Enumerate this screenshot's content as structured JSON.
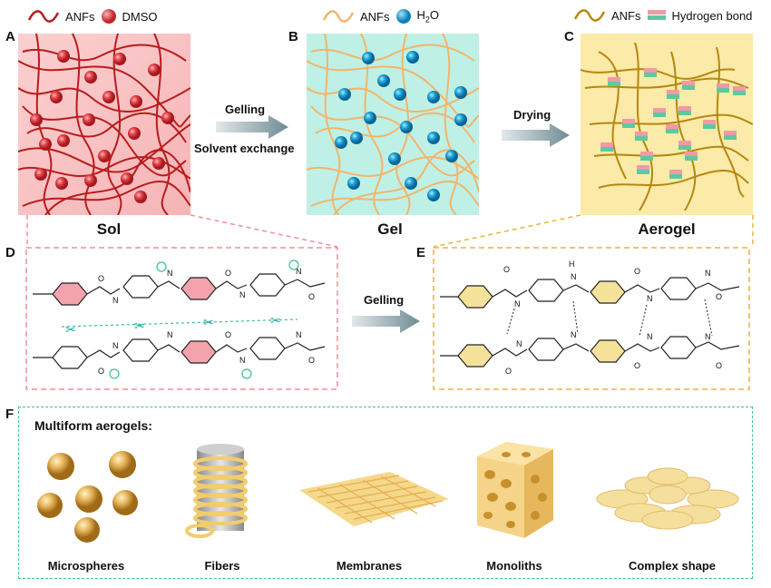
{
  "legend": {
    "a_fiber": "ANFs",
    "a_particle": "DMSO",
    "b_fiber": "ANFs",
    "b_particle_main": "H",
    "b_particle_sub": "2",
    "b_particle_end": "O",
    "c_fiber": "ANFs",
    "c_bond": "Hydrogen bond"
  },
  "panels": {
    "a": "A",
    "b": "B",
    "c": "C",
    "d": "D",
    "e": "E",
    "f": "F"
  },
  "titles": {
    "sol": "Sol",
    "gel": "Gel",
    "aerogel": "Aerogel"
  },
  "arrows": {
    "ab_top": "Gelling",
    "ab_bottom": "Solvent exchange",
    "bc": "Drying",
    "de": "Gelling"
  },
  "bottom": {
    "heading": "Multiform aerogels:",
    "items": [
      "Microspheres",
      "Fibers",
      "Membranes",
      "Monoliths",
      "Complex shape"
    ]
  },
  "colors": {
    "sol_bg": "#f9c6c6",
    "gel_bg": "#bff0e6",
    "aerogel_bg": "#fbeaa8",
    "red_fiber": "#b81c1c",
    "orange_fiber": "#f2b56b",
    "gold_fiber": "#b5870f",
    "pink_ring": "#f4a3ad",
    "yellow_ring": "#f5e29a",
    "dashed_green": "#3cc08e",
    "dashed_pink": "#f08f97",
    "dashed_gold": "#e8b440"
  }
}
